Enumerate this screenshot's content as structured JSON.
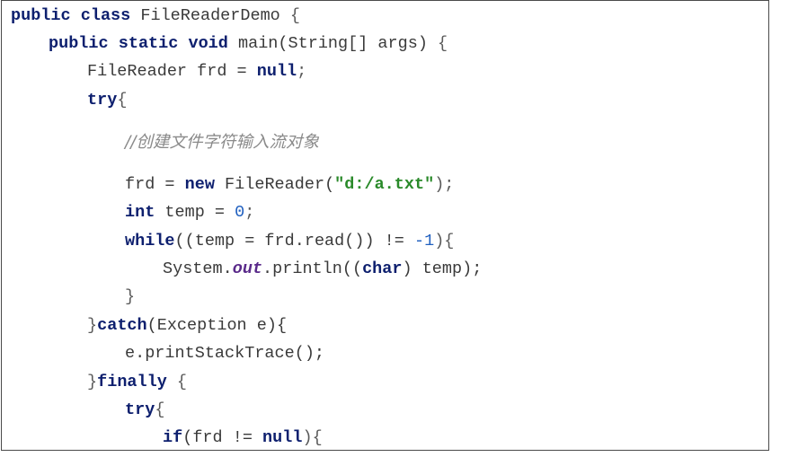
{
  "code": {
    "l1": {
      "kw1": "public",
      "kw2": "class",
      "name": "FileReaderDemo",
      "brace": "{"
    },
    "l2": {
      "kw1": "public",
      "kw2": "static",
      "kw3": "void",
      "rest": "main(String[] args)",
      "brace": "{"
    },
    "l3": {
      "type": "FileReader frd =",
      "kw": "null",
      "semi": ";"
    },
    "l4": {
      "kw": "try",
      "brace": "{"
    },
    "l5": {
      "comment": "//创建文件字符输入流对象"
    },
    "l6": {
      "pre": "frd =",
      "kw": "new",
      "mid": "FileReader(",
      "str": "\"d:/a.txt\"",
      "post": ");"
    },
    "l7": {
      "kw": "int",
      "mid": "temp =",
      "num": "0",
      "post": ";"
    },
    "l8": {
      "kw": "while",
      "mid": "((temp = frd.read()) != ",
      "num": "-1",
      "post": "){"
    },
    "l9": {
      "pre": "System.",
      "field": "out",
      "mid": ".println((",
      "kw": "char",
      "post": ") temp);"
    },
    "l10": {
      "brace": "}"
    },
    "l11": {
      "brace": "}",
      "kw": "catch",
      "rest": "(Exception e){"
    },
    "l12": {
      "text": "e.printStackTrace();"
    },
    "l13": {
      "brace": "}",
      "kw": "finally",
      "rest": " {"
    },
    "l14": {
      "kw": "try",
      "brace": "{"
    },
    "l15": {
      "kw1": "if",
      "mid": "(frd != ",
      "kw2": "null",
      "post": "){"
    }
  }
}
